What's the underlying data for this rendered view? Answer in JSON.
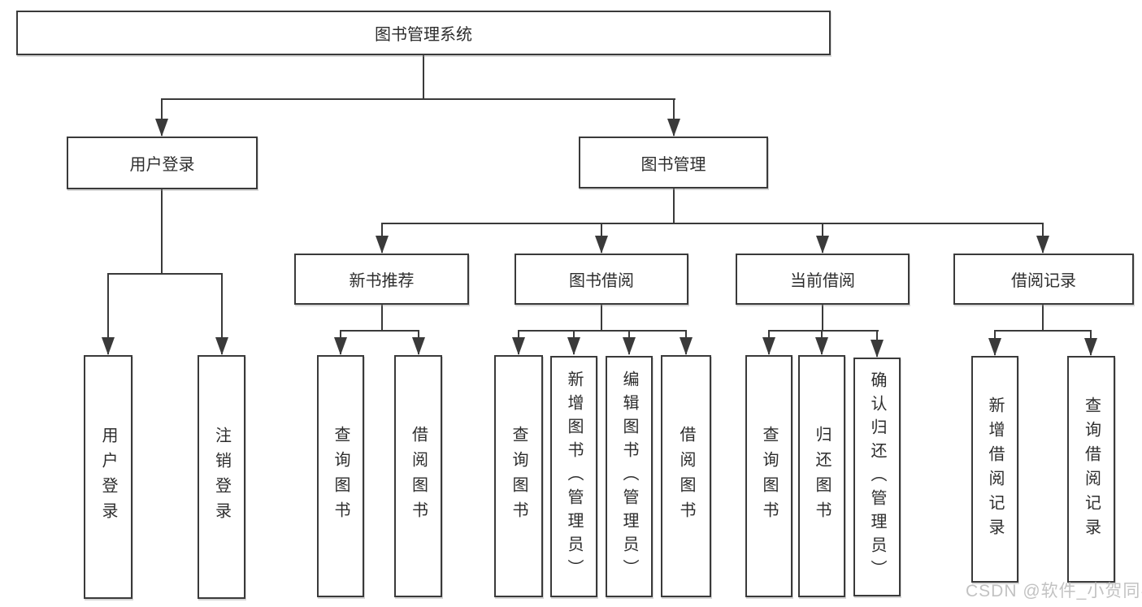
{
  "colors": {
    "line": "#3a3a3a",
    "text": "#2d2d2d",
    "background": "#ffffff",
    "watermark": "#bdbdbd"
  },
  "watermark": {
    "text": "CSDN @软件_小贺同学"
  },
  "tree": {
    "label": "图书管理系统",
    "children": [
      {
        "label": "用户登录",
        "children": [
          {
            "label": "用户登录"
          },
          {
            "label": "注销登录"
          }
        ]
      },
      {
        "label": "图书管理",
        "children": [
          {
            "label": "新书推荐",
            "children": [
              {
                "label": "查询图书"
              },
              {
                "label": "借阅图书"
              }
            ]
          },
          {
            "label": "图书借阅",
            "children": [
              {
                "label": "查询图书"
              },
              {
                "label": "新增图书（管理员）"
              },
              {
                "label": "编辑图书（管理员）"
              },
              {
                "label": "借阅图书"
              }
            ]
          },
          {
            "label": "当前借阅",
            "children": [
              {
                "label": "查询图书"
              },
              {
                "label": "归还图书"
              },
              {
                "label": "确认归还（管理员）"
              }
            ]
          },
          {
            "label": "借阅记录",
            "children": [
              {
                "label": "新增借阅记录"
              },
              {
                "label": "查询借阅记录"
              }
            ]
          }
        ]
      }
    ]
  }
}
